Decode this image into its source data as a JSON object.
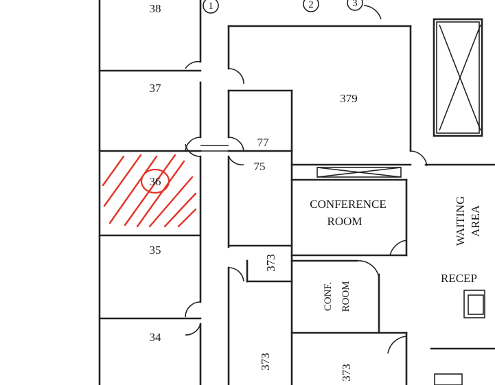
{
  "rooms": {
    "r38": "38",
    "r37": "37",
    "r36": "36",
    "r35": "35",
    "r34": "34",
    "r379": "379",
    "r77": "77",
    "r75": "75",
    "r373_small": "373",
    "r373_left": "373",
    "r373_right": "373",
    "conference_line1": "CONFERENCE",
    "conference_line2": "ROOM",
    "conf_line1": "CONF.",
    "conf_line2": "ROOM",
    "waiting_line1": "WAITING",
    "waiting_line2": "AREA",
    "reception": "RECEP"
  },
  "grid_markers": [
    "1",
    "2",
    "3"
  ],
  "highlight": {
    "room": "36",
    "color": "#e53327"
  }
}
